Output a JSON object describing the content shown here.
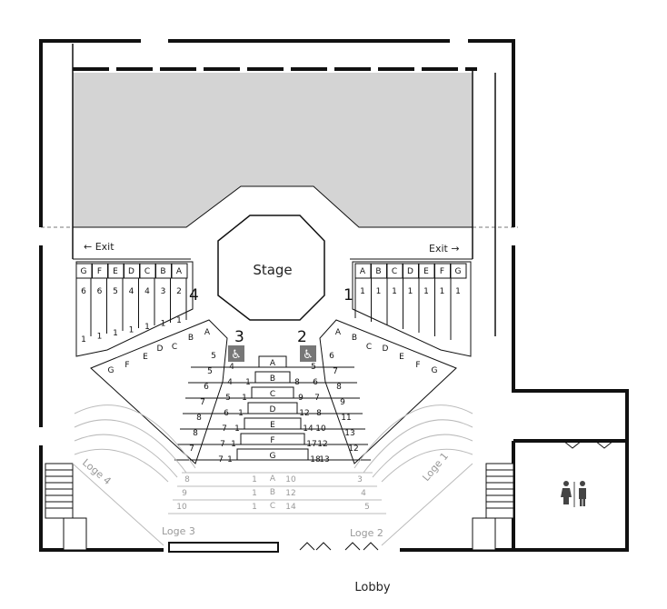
{
  "stage_label": "Stage",
  "exit_left": "← Exit",
  "exit_right": "Exit →",
  "lobby_label": "Lobby",
  "sections": {
    "s1": "1",
    "s2": "2",
    "s3": "3",
    "s4": "4"
  },
  "loge": {
    "l1": "Loge 1",
    "l2": "Loge 2",
    "l3": "Loge 3",
    "l4": "Loge 4"
  },
  "section4_rows": [
    "G",
    "F",
    "E",
    "D",
    "C",
    "B",
    "A"
  ],
  "section4_top": [
    "6",
    "6",
    "5",
    "4",
    "4",
    "3",
    "2"
  ],
  "section1_rows": [
    "A",
    "B",
    "C",
    "D",
    "E",
    "F",
    "G"
  ],
  "section1_top": [
    "1",
    "1",
    "1",
    "1",
    "1",
    "1",
    "1"
  ],
  "section3_rows": [
    "A",
    "B",
    "C",
    "D",
    "E",
    "F",
    "G"
  ],
  "section2_rows": [
    "A",
    "B",
    "C",
    "D",
    "E",
    "F",
    "G"
  ],
  "center_rows": [
    "A",
    "B",
    "C",
    "D",
    "E",
    "F",
    "G"
  ],
  "center_left_nums": [
    "",
    "1",
    "1",
    "1",
    "1",
    "1",
    "1"
  ],
  "center_right_nums": [
    "",
    "8",
    "9",
    "12",
    "14",
    "17",
    "18"
  ],
  "left_side_nums": [
    "5",
    "5",
    "6",
    "7",
    "8",
    "8",
    "7"
  ],
  "left_inner_nums": [
    "4",
    "4",
    "5",
    "6",
    "7",
    "7",
    "7"
  ],
  "right_side_nums": [
    "6",
    "7",
    "8",
    "9",
    "11",
    "13",
    "12"
  ],
  "right_inner_nums": [
    "5",
    "6",
    "7",
    "8",
    "10",
    "12",
    "13"
  ],
  "loge_center_rows": [
    "A",
    "B",
    "C"
  ],
  "loge_center_right": [
    "10",
    "12",
    "14"
  ],
  "loge_center_left": [
    "8",
    "9",
    "10"
  ],
  "loge_right_nums": [
    "3",
    "4",
    "5"
  ],
  "restroom_icon": "restroom-icon",
  "accessible_icon": "wheelchair-icon"
}
